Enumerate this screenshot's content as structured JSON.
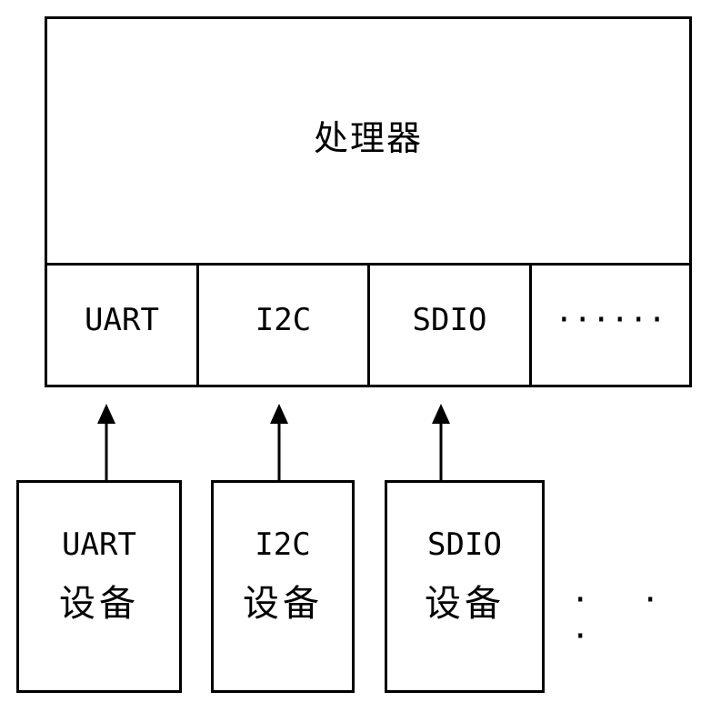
{
  "processor": {
    "title": "处理器"
  },
  "interfaces": [
    {
      "label": "UART"
    },
    {
      "label": "I2C"
    },
    {
      "label": "SDIO"
    },
    {
      "label": "······"
    }
  ],
  "devices": [
    {
      "name": "UART",
      "label": "设备"
    },
    {
      "name": "I2C",
      "label": "设备"
    },
    {
      "name": "SDIO",
      "label": "设备"
    }
  ],
  "more_devices": "· · ·"
}
